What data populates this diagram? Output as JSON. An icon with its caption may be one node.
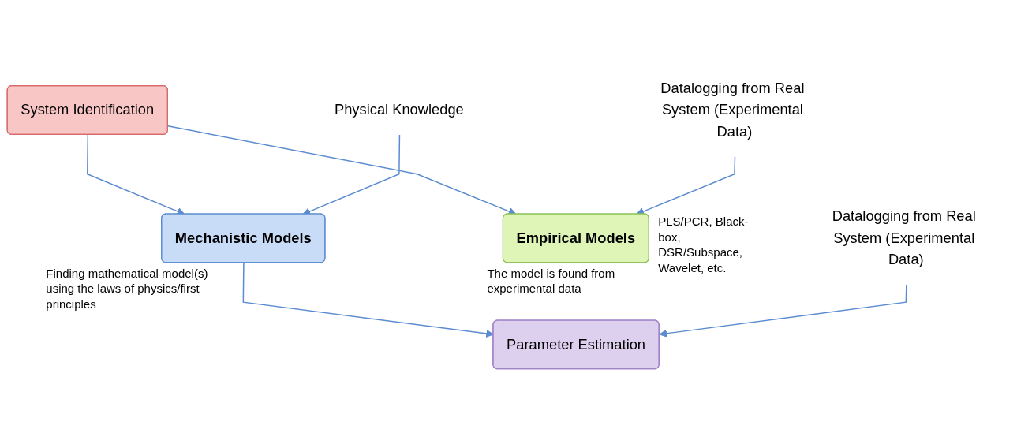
{
  "diagram": {
    "nodes": [
      {
        "text": [
          "System Identification"
        ]
      },
      {
        "text": [
          "Mechanistic Models"
        ],
        "beside": [
          "Finding mathematical model(s) using the laws of physics/first principles"
        ]
      },
      {
        "text": [
          "Empirical Models"
        ],
        "beside": [
          "The model is found from experimental data",
          "PLS/PCR, Black-box, DSR/Subspace, Wavelet, etc."
        ]
      },
      {
        "text": [
          "Parameter Estimation"
        ]
      },
      {
        "text": [
          "Physical Knowledge"
        ]
      },
      {
        "text": [
          "Datalogging from Real System (Experimental Data)"
        ]
      },
      {
        "text": [
          "Datalogging from Real System (Experimental Data)"
        ]
      }
    ],
    "edges": [
      {
        "from": 0,
        "to": 1,
        "arrow": "to"
      },
      {
        "from": 0,
        "to": 2,
        "arrow": "to"
      },
      {
        "from": 5,
        "to": 2,
        "arrow": "to"
      },
      {
        "from": 4,
        "to": 1,
        "arrow": "to"
      },
      {
        "from": 1,
        "to": 3,
        "arrow": "to"
      },
      {
        "from": 6,
        "to": 3,
        "arrow": "to"
      }
    ]
  }
}
